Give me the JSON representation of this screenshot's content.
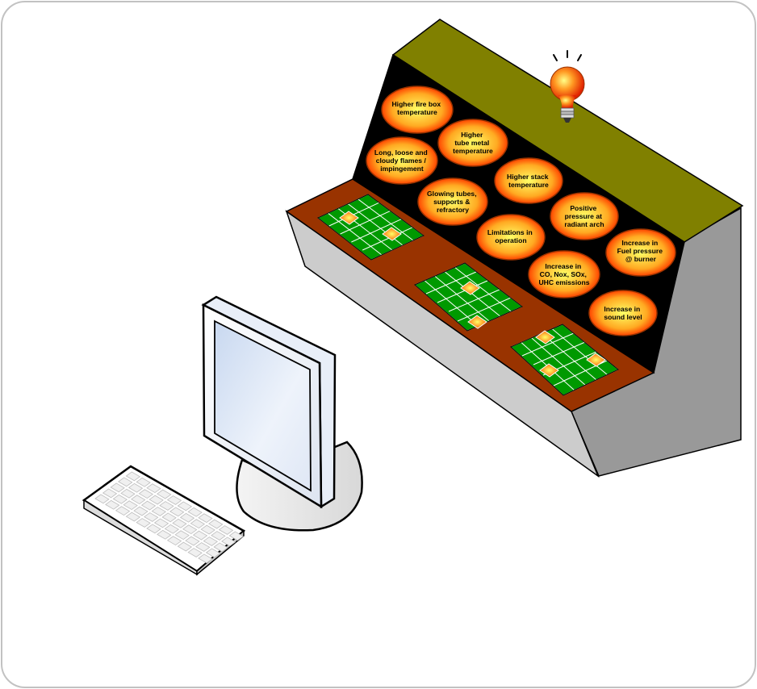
{
  "alarms": [
    {
      "line1": "Higher fire box",
      "line2": "temperature",
      "line3": "",
      "line4": ""
    },
    {
      "line1": "Higher",
      "line2": "tube metal",
      "line3": "temperature",
      "line4": ""
    },
    {
      "line1": "Long, loose and",
      "line2": "cloudy flames /",
      "line3": "impingement",
      "line4": ""
    },
    {
      "line1": "Higher stack",
      "line2": "temperature",
      "line3": "",
      "line4": ""
    },
    {
      "line1": "Glowing tubes,",
      "line2": "supports &",
      "line3": "refractory",
      "line4": ""
    },
    {
      "line1": "Positive",
      "line2": "pressure at",
      "line3": "radiant arch",
      "line4": ""
    },
    {
      "line1": "Limitations in",
      "line2": "operation",
      "line3": "",
      "line4": ""
    },
    {
      "line1": "Increase in",
      "line2": "Fuel pressure",
      "line3": "@ burner",
      "line4": ""
    },
    {
      "line1": "Increase in",
      "line2": "CO, Nox, SOx,",
      "line3": "UHC emissions",
      "line4": ""
    },
    {
      "line1": "Increase in",
      "line2": "sound level",
      "line3": "",
      "line4": ""
    }
  ],
  "colors": {
    "panel_top": "#808000",
    "panel_face": "#000000",
    "desk": "#993300",
    "grid_fill": "#009900",
    "grid_lines": "#ffffff",
    "cabinet_side": "#999999",
    "cabinet_front": "#cccccc",
    "alarm_center": "#ffff66",
    "alarm_edge": "#ff4400"
  },
  "icons": {
    "warning_light": "light-bulb-icon",
    "monitor": "computer-monitor",
    "keyboard": "keyboard"
  }
}
